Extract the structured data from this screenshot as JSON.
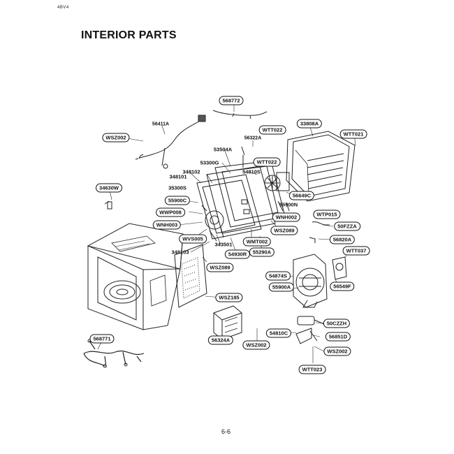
{
  "header": {
    "tag": "4BV4",
    "title": "INTERIOR PARTS"
  },
  "footer": {
    "page_number": "6-6"
  },
  "parts": [
    {
      "id": "568772"
    },
    {
      "id": "56411A"
    },
    {
      "id": "WSZ002"
    },
    {
      "id": "WTT022"
    },
    {
      "id": "56322A"
    },
    {
      "id": "33808A"
    },
    {
      "id": "WTT021"
    },
    {
      "id": "53504A"
    },
    {
      "id": "53300G"
    },
    {
      "id": "WTT022"
    },
    {
      "id": "348101"
    },
    {
      "id": "348102"
    },
    {
      "id": "54810S"
    },
    {
      "id": "34630W"
    },
    {
      "id": "35300S"
    },
    {
      "id": "56649C"
    },
    {
      "id": "55900C"
    },
    {
      "id": "55900N"
    },
    {
      "id": "WWP008"
    },
    {
      "id": "WTP015"
    },
    {
      "id": "WNH002"
    },
    {
      "id": "WNH003"
    },
    {
      "id": "50FZZA"
    },
    {
      "id": "WSZ089"
    },
    {
      "id": "WVS005"
    },
    {
      "id": "56820A"
    },
    {
      "id": "WMT002"
    },
    {
      "id": "343501"
    },
    {
      "id": "348103"
    },
    {
      "id": "55290A"
    },
    {
      "id": "WTT037"
    },
    {
      "id": "54930R"
    },
    {
      "id": "WSZ089"
    },
    {
      "id": "54874S"
    },
    {
      "id": "55900A"
    },
    {
      "id": "56549F"
    },
    {
      "id": "WSZ185"
    },
    {
      "id": "50CZZH"
    },
    {
      "id": "54810C"
    },
    {
      "id": "568771"
    },
    {
      "id": "56851D"
    },
    {
      "id": "56324A"
    },
    {
      "id": "WSZ002"
    },
    {
      "id": "WSZ002"
    },
    {
      "id": "WTT023"
    }
  ]
}
